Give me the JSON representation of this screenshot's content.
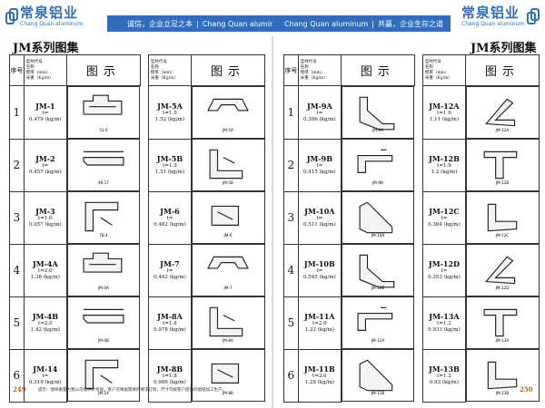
{
  "header": {
    "brand_cn": "常泉铝业",
    "brand_en": "Chang Quan aluminum",
    "slogan_left_cn": "诚信，企业立足之本",
    "slogan_left_en": "Chang Quan aluminum",
    "slogan_right_en": "Chang Quan aluminum",
    "slogan_right_cn": "共赢，企业生存之道"
  },
  "series_title": "JM系列图集",
  "table_header": {
    "index": "序号",
    "meta": [
      "型材代号",
      "名称",
      "壁厚（mm）",
      "米重（Kg/m）"
    ],
    "picture": "图示"
  },
  "pages": [
    {
      "page_number": "249",
      "tables": [
        {
          "rows": [
            {
              "idx": "1",
              "items": [
                {
                  "code": "JM-1",
                  "t": "t=",
                  "w": "0.479 (kg/m)",
                  "dims": [
                    "51.6"
                  ]
                },
                {
                  "code": "JM-5A",
                  "t": "t=1.9",
                  "w": "1.52 (kg/m)",
                  "dims": [
                    "JM-5A"
                  ]
                }
              ]
            },
            {
              "idx": "2",
              "items": [
                {
                  "code": "JM-2",
                  "t": "t=",
                  "w": "0.457 (kg/m)",
                  "dims": [
                    "49.17"
                  ]
                },
                {
                  "code": "JM-5B",
                  "t": "t=1.9",
                  "w": "1.51 (kg/m)",
                  "dims": [
                    "JM-5B"
                  ]
                }
              ]
            },
            {
              "idx": "3",
              "items": [
                {
                  "code": "JM-3",
                  "t": "t=1.0",
                  "w": "0.057 (kg/m)",
                  "dims": [
                    "78.4"
                  ]
                },
                {
                  "code": "JM-6",
                  "t": "t=",
                  "w": "0.462 (kg/m)",
                  "dims": [
                    "JM-6"
                  ]
                }
              ]
            },
            {
              "idx": "4",
              "items": [
                {
                  "code": "JM-4A",
                  "t": "t=2.0",
                  "w": "1.38 (kg/m)",
                  "dims": [
                    "JM-4A"
                  ]
                },
                {
                  "code": "JM-7",
                  "t": "t=",
                  "w": "0.442 (kg/m)",
                  "dims": [
                    "JM-7"
                  ]
                }
              ]
            },
            {
              "idx": "5",
              "items": [
                {
                  "code": "JM-4B",
                  "t": "t=2.0",
                  "w": "1.42 (kg/m)",
                  "dims": [
                    "JM-4B"
                  ]
                },
                {
                  "code": "JM-8A",
                  "t": "t=1.8",
                  "w": "0.978 (kg/m)",
                  "dims": [
                    "JM-8A"
                  ]
                }
              ]
            },
            {
              "idx": "6",
              "items": [
                {
                  "code": "JM-14",
                  "t": "t=",
                  "w": "0.319 (kg/m)",
                  "dims": [
                    "JM-14"
                  ]
                },
                {
                  "code": "JM-8B",
                  "t": "t=1.8",
                  "w": "0.986 (kg/m)",
                  "dims": [
                    "JM-8B"
                  ]
                }
              ]
            }
          ]
        }
      ]
    },
    {
      "page_number": "250",
      "tables": [
        {
          "rows": [
            {
              "idx": "1",
              "items": [
                {
                  "code": "JM-9A",
                  "t": "t=",
                  "w": "0.386 (kg/m)",
                  "dims": [
                    "JM-9A"
                  ]
                },
                {
                  "code": "JM-12A",
                  "t": "t=1.9",
                  "w": "1.11 (kg/m)",
                  "dims": [
                    "JM-12A"
                  ]
                }
              ]
            },
            {
              "idx": "2",
              "items": [
                {
                  "code": "JM-9B",
                  "t": "t=",
                  "w": "0.415 (kg/m)",
                  "dims": [
                    "JM-9B"
                  ]
                },
                {
                  "code": "JM-12B",
                  "t": "t=1.9",
                  "w": "1.2 (kg/m)",
                  "dims": [
                    "JM-12B"
                  ]
                }
              ]
            },
            {
              "idx": "3",
              "items": [
                {
                  "code": "JM-10A",
                  "t": "t=",
                  "w": "0.511 (kg/m)",
                  "dims": [
                    "JM-10A"
                  ]
                },
                {
                  "code": "JM-12C",
                  "t": "t=",
                  "w": "0.364 (kg/m)",
                  "dims": [
                    "JM-12C"
                  ]
                }
              ]
            },
            {
              "idx": "4",
              "items": [
                {
                  "code": "JM-10B",
                  "t": "t=",
                  "w": "0.545 (kg/m)",
                  "dims": [
                    "JM-10B"
                  ]
                },
                {
                  "code": "JM-12D",
                  "t": "t=",
                  "w": "0.353 (kg/m)",
                  "dims": [
                    "JM-12D"
                  ]
                }
              ]
            },
            {
              "idx": "5",
              "items": [
                {
                  "code": "JM-11A",
                  "t": "t=2.0",
                  "w": "1.22 (kg/m)",
                  "dims": [
                    "JM-11A"
                  ]
                },
                {
                  "code": "JM-13A",
                  "t": "t=1.2",
                  "w": "0.933 (kg/m)",
                  "dims": [
                    "JM-13A"
                  ]
                }
              ]
            },
            {
              "idx": "6",
              "items": [
                {
                  "code": "JM-11B",
                  "t": "t=2.0",
                  "w": "1.28 (kg/m)",
                  "dims": [
                    "JM-11B"
                  ]
                },
                {
                  "code": "JM-13B",
                  "t": "t=1.2",
                  "w": "0.93 (kg/m)",
                  "dims": [
                    "JM-13B"
                  ]
                }
              ]
            }
          ]
        }
      ]
    }
  ],
  "footnote": "提示：图样重量为我公司提供参考值，客户可根据需要的要求订购，尺寸可按客户提供的图纸加工生产。",
  "colors": {
    "brand": "#2f6ebd",
    "page_number": "#b5651d"
  }
}
